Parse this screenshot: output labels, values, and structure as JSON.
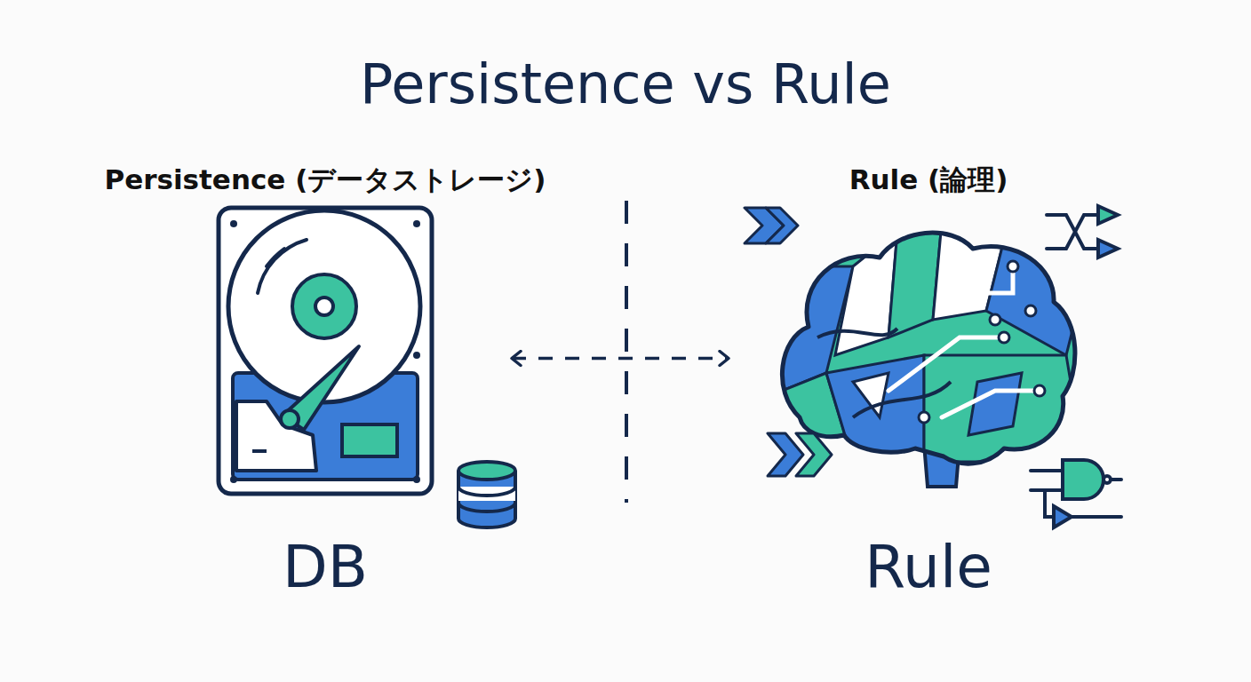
{
  "diagram": {
    "title": "Persistence vs Rule",
    "nodes": [
      {
        "text": [
          "Persistence (データストレージ)",
          "DB"
        ]
      },
      {
        "text": [
          "Rule (論理)",
          "Rule"
        ]
      }
    ],
    "edges": [
      {
        "from": 0,
        "to": 1,
        "arrow": "both"
      }
    ]
  }
}
